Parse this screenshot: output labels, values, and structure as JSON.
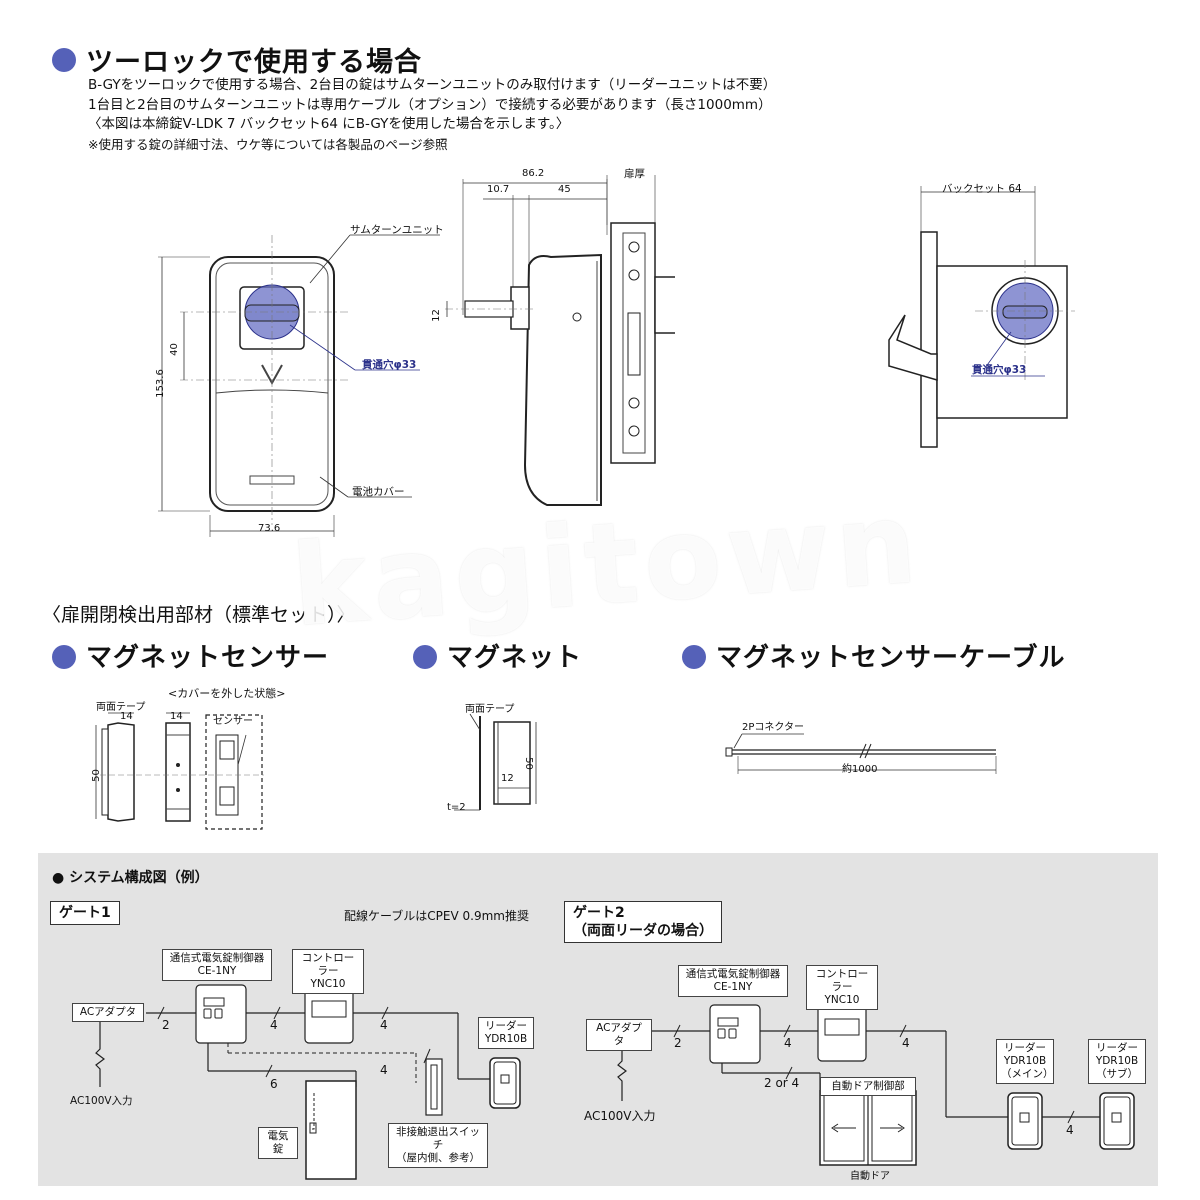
{
  "section_main": {
    "title": "ツーロックで使用する場合",
    "lines": [
      "B-GYをツーロックで使用する場合、2台目の錠はサムターンユニットのみ取付けます（リーダーユニットは不要）",
      "1台目と2台目のサムターンユニットは専用ケーブル（オプション）で接続する必要があります（長さ1000mm）",
      "〈本図は本締錠V-LDK 7 バックセット64 にB-GYを使用した場合を示します。〉",
      "※使用する錠の詳細寸法、ウケ等については各製品のページ参照"
    ]
  },
  "front_view": {
    "label_unit": "サムターンユニット",
    "label_hole": "貫通穴φ33",
    "label_cover": "電池カバー",
    "dim_width": "73.6",
    "dim_height": "153.6",
    "dim_40": "40"
  },
  "side_view": {
    "dim_862": "86.2",
    "dim_107": "10.7",
    "dim_45": "45",
    "dim_12": "12",
    "label_door": "扉厚"
  },
  "back_view": {
    "label_backset": "バックセット 64",
    "label_hole": "貫通穴φ33"
  },
  "accessory": {
    "heading": "〈扉開閉検出用部材（標準セット）〉",
    "sensor_title": "マグネットセンサー",
    "magnet_title": "マグネット",
    "cable_title": "マグネットセンサーケーブル",
    "sensor_tape": "両面テープ",
    "sensor_cover_note": "<カバーを外した状態>",
    "sensor_label": "センサー",
    "sensor_14a": "14",
    "sensor_14b": "14",
    "sensor_50": "50",
    "magnet_tape": "両面テープ",
    "magnet_12": "12",
    "magnet_50": "50",
    "magnet_t": "t=2",
    "cable_connector": "2Pコネクター",
    "cable_length": "約1000"
  },
  "system": {
    "title": "システム構成図（例）",
    "cable_note": "配線ケーブルはCPEV 0.9mm推奨",
    "gate1": {
      "label": "ゲート1",
      "controller_name": "通信式電気錠制御器",
      "controller_model": "CE-1NY",
      "ctrl2_name": "コントローラー",
      "ctrl2_model": "YNC10",
      "adapter": "ACアダプタ",
      "ac_input": "AC100V入力",
      "reader_name": "リーダー",
      "reader_model": "YDR10B",
      "lock": "電気錠",
      "switch_line1": "非接触退出スイッチ",
      "switch_line2": "（屋内側、参考）",
      "n2": "2",
      "n4a": "4",
      "n4b": "4",
      "n4c": "4",
      "n6": "6"
    },
    "gate2": {
      "label_line1": "ゲート2",
      "label_line2": "（両面リーダの場合）",
      "controller_name": "通信式電気錠制御器",
      "controller_model": "CE-1NY",
      "ctrl2_name": "コントローラー",
      "ctrl2_model": "YNC10",
      "adapter": "ACアダプタ",
      "ac_input": "AC100V入力",
      "auto_ctrl": "自動ドア制御部",
      "auto_door": "自動ドア",
      "reader_main_name": "リーダー",
      "reader_main_model": "YDR10B",
      "reader_main_tag": "（メイン）",
      "reader_sub_name": "リーダー",
      "reader_sub_model": "YDR10B",
      "reader_sub_tag": "（サブ）",
      "n2": "2",
      "n4a": "4",
      "n4b": "4",
      "n4c": "4",
      "n2or4": "2 or 4"
    }
  },
  "watermark": "kagitown",
  "colors": {
    "accent": "#5561b8",
    "panel": "#e3e3e3"
  }
}
